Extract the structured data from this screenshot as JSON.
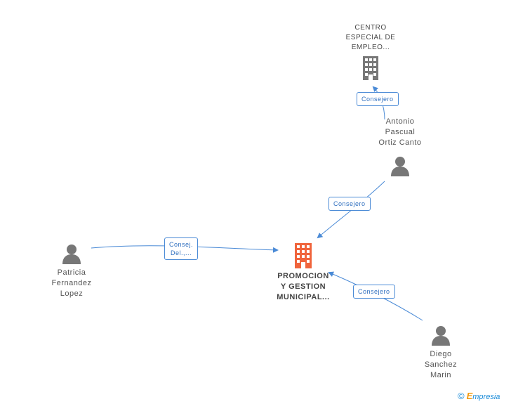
{
  "nodes": {
    "centro": {
      "lines": [
        "CENTRO",
        "ESPECIAL DE",
        "EMPLEO..."
      ],
      "type": "company",
      "color": "#777777"
    },
    "antonio": {
      "lines": [
        "Antonio",
        "Pascual",
        "Ortiz Canto"
      ],
      "type": "person",
      "color": "#777777"
    },
    "patricia": {
      "lines": [
        "Patricia",
        "Fernandez",
        "Lopez"
      ],
      "type": "person",
      "color": "#777777"
    },
    "promocion": {
      "lines": [
        "PROMOCION",
        "Y GESTION",
        "MUNICIPAL..."
      ],
      "type": "company",
      "color": "#f0643c"
    },
    "diego": {
      "lines": [
        "Diego",
        "Sanchez",
        "Marin"
      ],
      "type": "person",
      "color": "#777777"
    }
  },
  "edges": {
    "antonio_centro": {
      "lines": [
        "Consejero"
      ]
    },
    "antonio_promocion": {
      "lines": [
        "Consejero"
      ]
    },
    "patricia_promocion": {
      "lines": [
        "Consej.",
        "Del.,..."
      ]
    },
    "diego_promocion": {
      "lines": [
        "Consejero"
      ]
    }
  },
  "footer": {
    "copyright": "©",
    "brand_first": "E",
    "brand_rest": "mpresia"
  },
  "colors": {
    "edge": "#4a8ad6",
    "main_company": "#f0643c",
    "neutral": "#777777"
  }
}
